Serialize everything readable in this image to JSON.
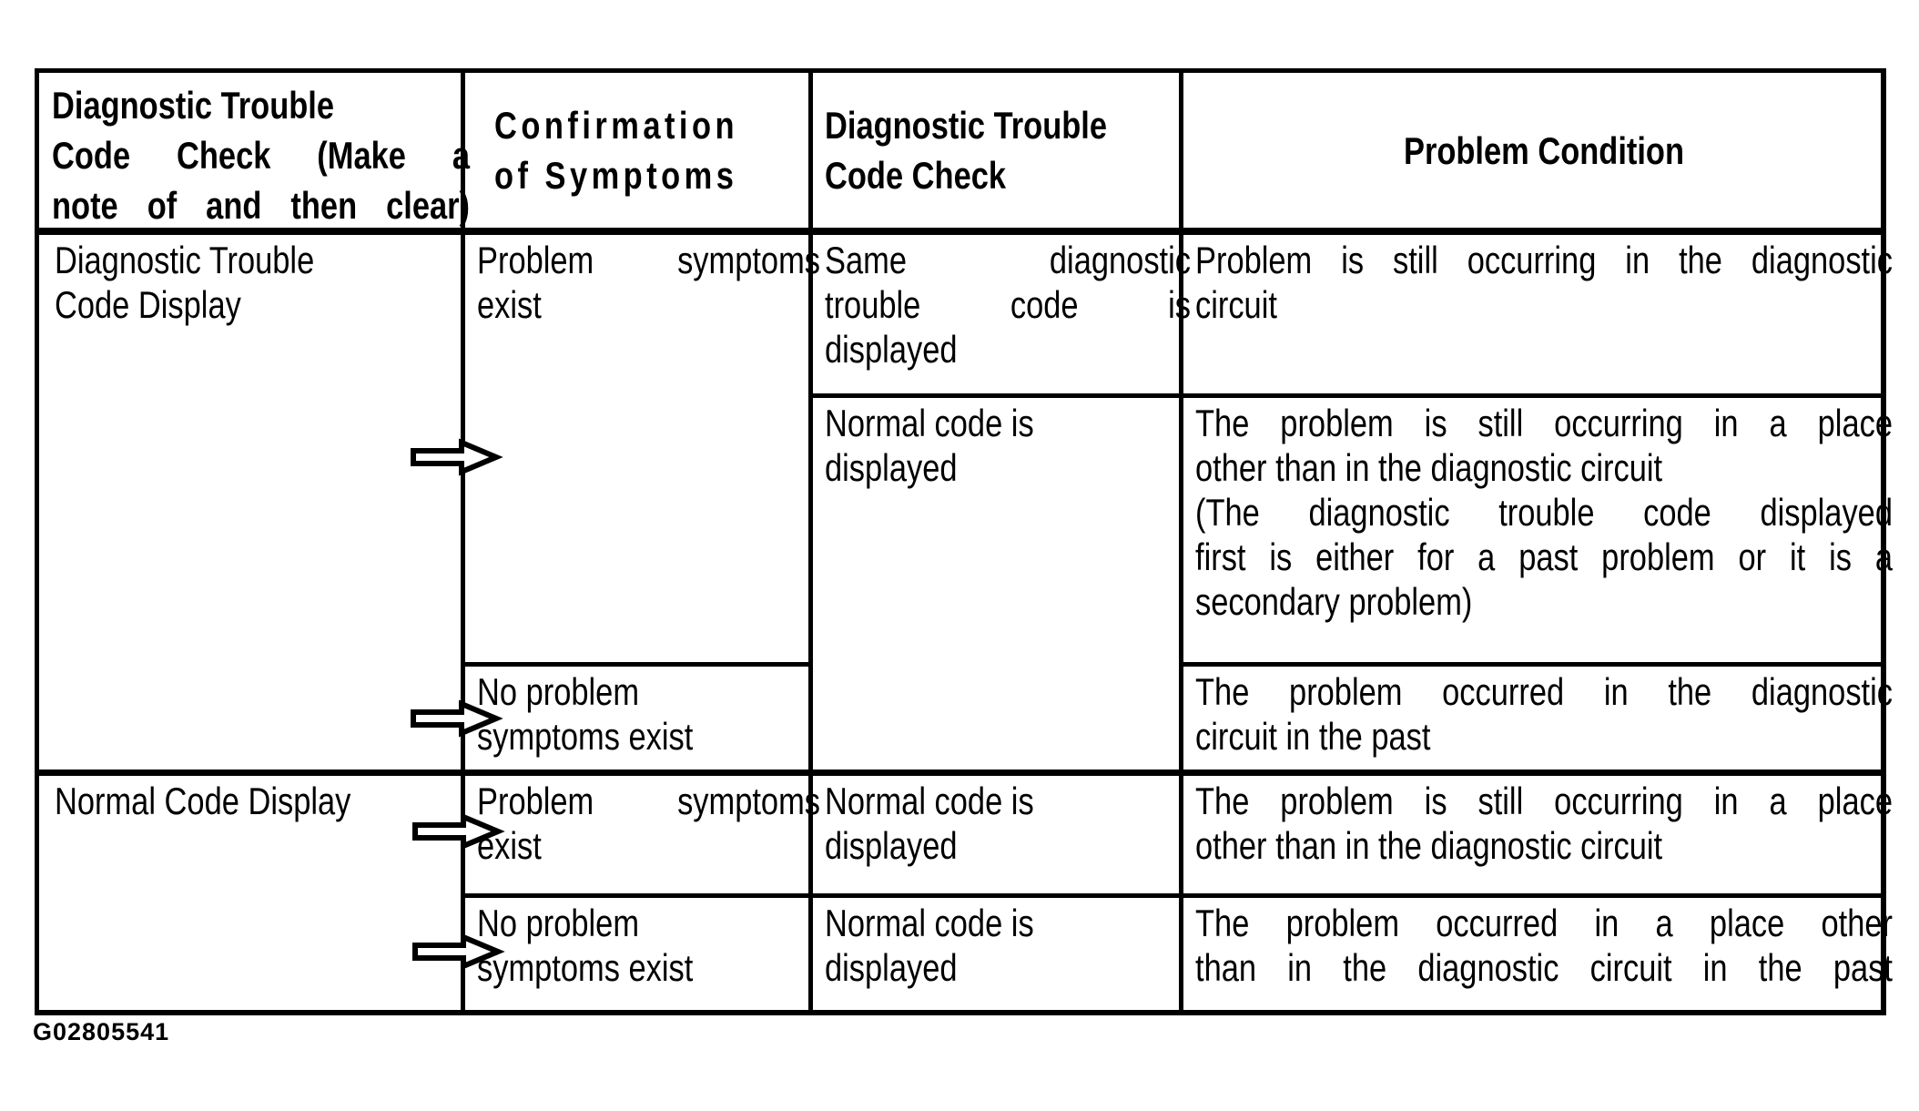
{
  "document": {
    "figure_id": "G02805541",
    "colors": {
      "ink": "#000000",
      "paper": "#ffffff"
    },
    "icons": {
      "row_pointer": "arrow-right-icon"
    }
  },
  "table": {
    "header": {
      "col1": {
        "lines": [
          "Diagnostic Trouble",
          "Code Check (Make a",
          "note of and then clear)"
        ]
      },
      "col2": {
        "lines": [
          "Confirmation",
          "of Symptoms"
        ]
      },
      "col3": {
        "lines": [
          "Diagnostic Trouble",
          "Code Check"
        ]
      },
      "col4": {
        "lines": [
          "Problem Condition"
        ]
      }
    },
    "body": {
      "dtc_display_group": {
        "check_label": {
          "lines": [
            "Diagnostic Trouble",
            "Code Display"
          ]
        },
        "problem_symptoms": {
          "lines": [
            "Problem symptoms",
            "exist"
          ]
        },
        "same_code": {
          "lines": [
            "Same diagnostic",
            "trouble code is",
            "displayed"
          ]
        },
        "cond_same_code": {
          "lines": [
            "Problem is still occurring in the diagnostic",
            "circuit"
          ]
        },
        "normal_code": {
          "lines": [
            "Normal code is",
            "displayed"
          ]
        },
        "cond_normal_code": {
          "lines": [
            "The problem is still occurring in a place",
            "other than in the diagnostic circuit",
            "(The diagnostic trouble code displayed",
            "first is either for a past problem or it is a",
            "secondary problem)"
          ]
        },
        "no_symptoms": {
          "lines": [
            "No problem",
            "symptoms exist"
          ]
        },
        "cond_no_symptoms": {
          "lines": [
            "The problem occurred in the diagnostic",
            "circuit in the past"
          ]
        }
      },
      "normal_display_group": {
        "check_label": {
          "lines": [
            "Normal Code Display"
          ]
        },
        "problem_symptoms": {
          "lines": [
            "Problem symptoms",
            "exist"
          ]
        },
        "normal_code_1": {
          "lines": [
            "Normal code is",
            "displayed"
          ]
        },
        "cond_problem": {
          "lines": [
            "The problem is still occurring in a place",
            "other than in the diagnostic circuit"
          ]
        },
        "no_symptoms": {
          "lines": [
            "No problem",
            "symptoms exist"
          ]
        },
        "normal_code_2": {
          "lines": [
            "Normal code is",
            "displayed"
          ]
        },
        "cond_no_symptoms": {
          "lines": [
            "The problem occurred in a place other",
            "than in the diagnostic circuit in the past"
          ]
        }
      }
    }
  }
}
